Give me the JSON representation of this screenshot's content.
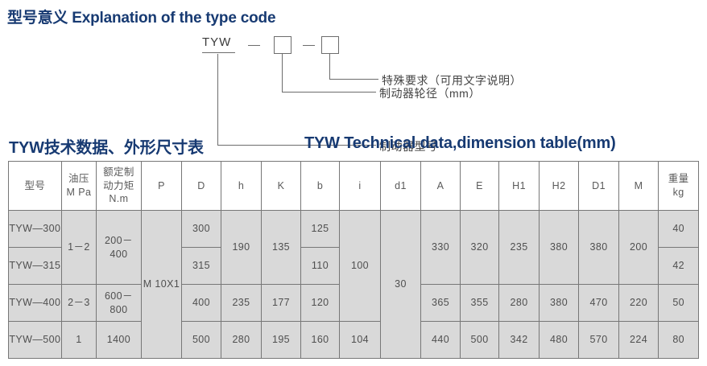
{
  "titles": {
    "type_code": "型号意义 Explanation of the type code",
    "table_cn": "TYW技术数据、外形尺寸表",
    "table_en": "TYW Technical data,dimension table(mm)"
  },
  "type_code_diagram": {
    "prefix": "TYW",
    "dash_1": "—",
    "dash_2": "—",
    "labels": {
      "special_requirement": "特殊要求（可用文字说明）",
      "wheel_diameter": "制动器轮径（mm）",
      "brake_model": "制动器型号"
    }
  },
  "table": {
    "headers": [
      {
        "id": "model",
        "lines": [
          "型号"
        ]
      },
      {
        "id": "oil-pressure",
        "lines": [
          "油压",
          "M Pa"
        ]
      },
      {
        "id": "rated-torque",
        "lines": [
          "额定制",
          "动力矩",
          "N.m"
        ]
      },
      {
        "id": "P",
        "lines": [
          "P"
        ]
      },
      {
        "id": "D",
        "lines": [
          "D"
        ]
      },
      {
        "id": "h",
        "lines": [
          "h"
        ]
      },
      {
        "id": "K",
        "lines": [
          "K"
        ]
      },
      {
        "id": "b",
        "lines": [
          "b"
        ]
      },
      {
        "id": "i",
        "lines": [
          "i"
        ]
      },
      {
        "id": "d1",
        "lines": [
          "d1"
        ]
      },
      {
        "id": "A",
        "lines": [
          "A"
        ]
      },
      {
        "id": "E",
        "lines": [
          "E"
        ]
      },
      {
        "id": "H1",
        "lines": [
          "H1"
        ]
      },
      {
        "id": "H2",
        "lines": [
          "H2"
        ]
      },
      {
        "id": "D1",
        "lines": [
          "D1"
        ]
      },
      {
        "id": "M",
        "lines": [
          "M"
        ]
      },
      {
        "id": "weight",
        "lines": [
          "重量",
          "kg"
        ]
      }
    ],
    "rows": [
      {
        "model": "TYW—300",
        "oil_pressure": "1－2",
        "rated_torque": "200－400",
        "P": "M 10X1",
        "D": "300",
        "h": "190",
        "K": "135",
        "b": "125",
        "i": "100",
        "d1": "30",
        "A": "330",
        "E": "320",
        "H1": "235",
        "H2": "380",
        "D1": "380",
        "M": "200",
        "weight": "40"
      },
      {
        "model": "TYW—315",
        "D": "315",
        "b": "110",
        "weight": "42"
      },
      {
        "model": "TYW—400",
        "oil_pressure": "2－3",
        "rated_torque": "600－800",
        "D": "400",
        "h": "235",
        "K": "177",
        "b": "120",
        "A": "365",
        "E": "355",
        "H1": "280",
        "H2": "380",
        "D1": "470",
        "M": "220",
        "weight": "50"
      },
      {
        "model": "TYW—500",
        "oil_pressure": "1",
        "rated_torque": "1400",
        "D": "500",
        "h": "280",
        "K": "195",
        "b": "160",
        "i": "104",
        "A": "440",
        "E": "500",
        "H1": "342",
        "H2": "480",
        "D1": "570",
        "M": "224",
        "weight": "80"
      }
    ]
  },
  "colors": {
    "title": "#173a72",
    "table_body_fill": "#d9d9d9",
    "table_border": "#777777",
    "diagram_line": "#6c6c6c"
  }
}
